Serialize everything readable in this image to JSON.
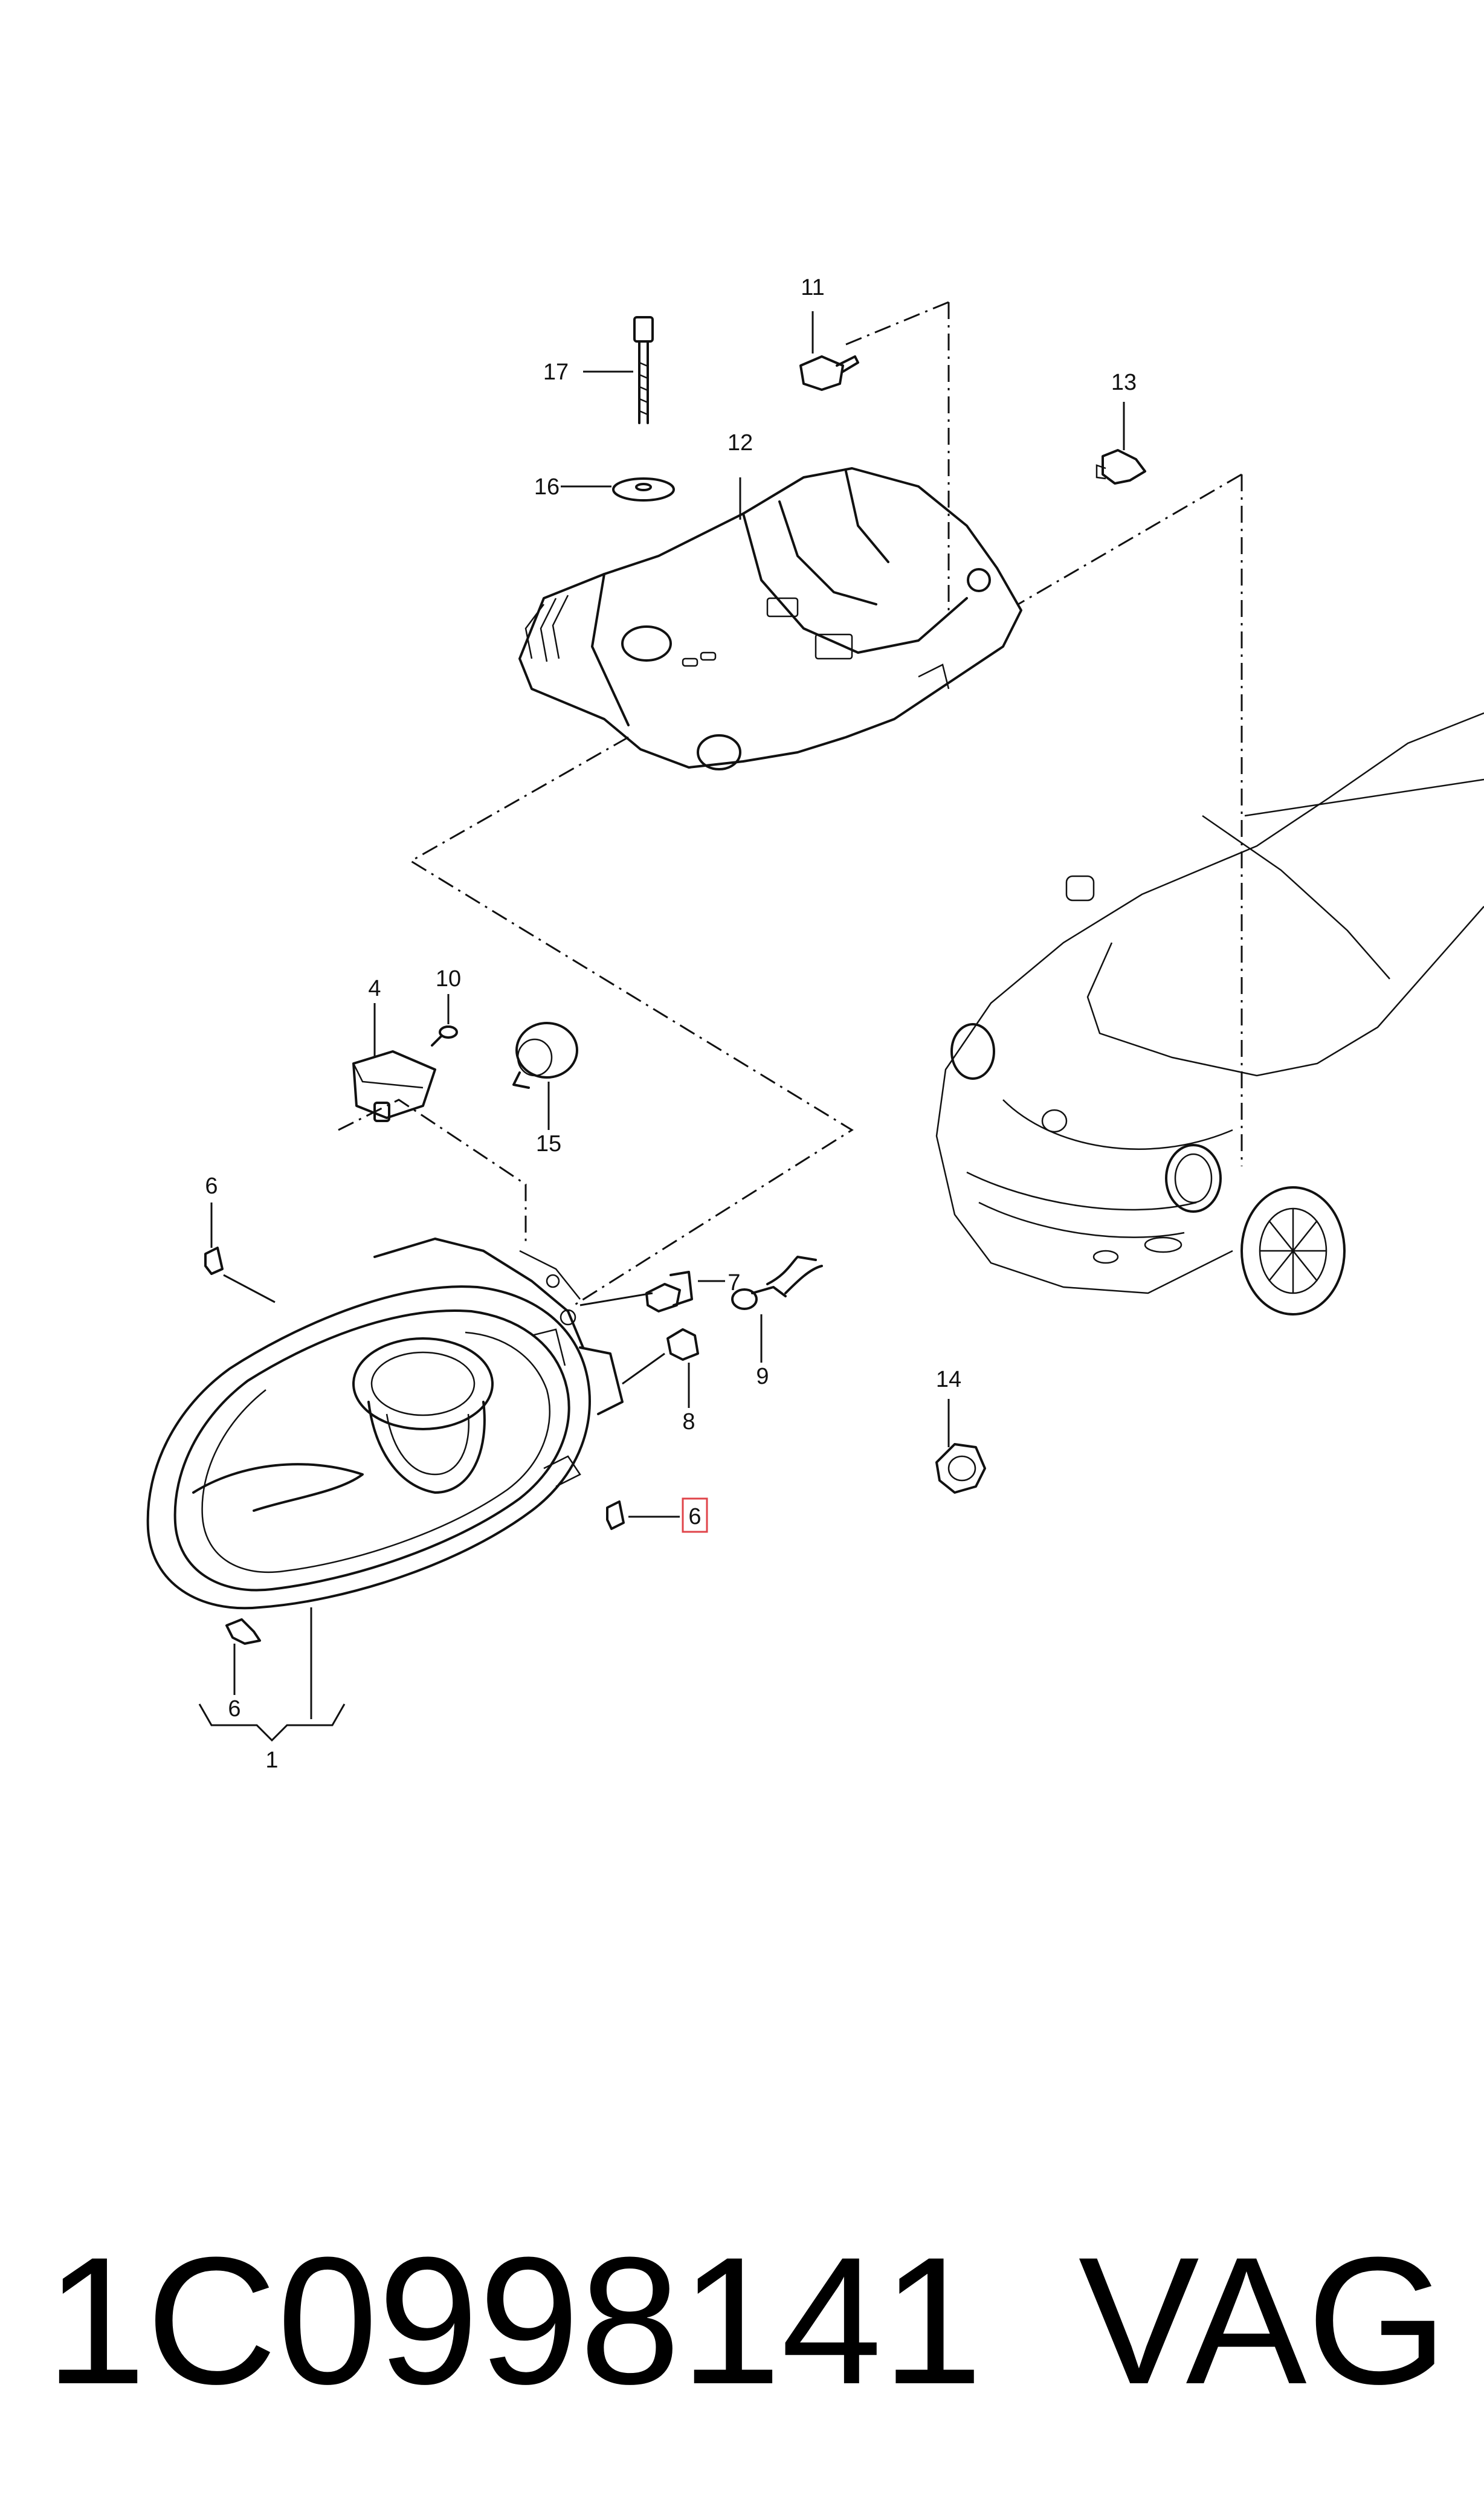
{
  "callouts": {
    "c1": "1",
    "c4": "4",
    "c6a": "6",
    "c6b": "6",
    "c6c": "6",
    "c7": "7",
    "c8": "8",
    "c9": "9",
    "c10": "10",
    "c11": "11",
    "c12": "12",
    "c13": "13",
    "c14": "14",
    "c15": "15",
    "c16": "16",
    "c17": "17"
  },
  "footer": {
    "part_number": "1C0998141",
    "brand": "VAG"
  },
  "highlight_color": "#e0444a"
}
